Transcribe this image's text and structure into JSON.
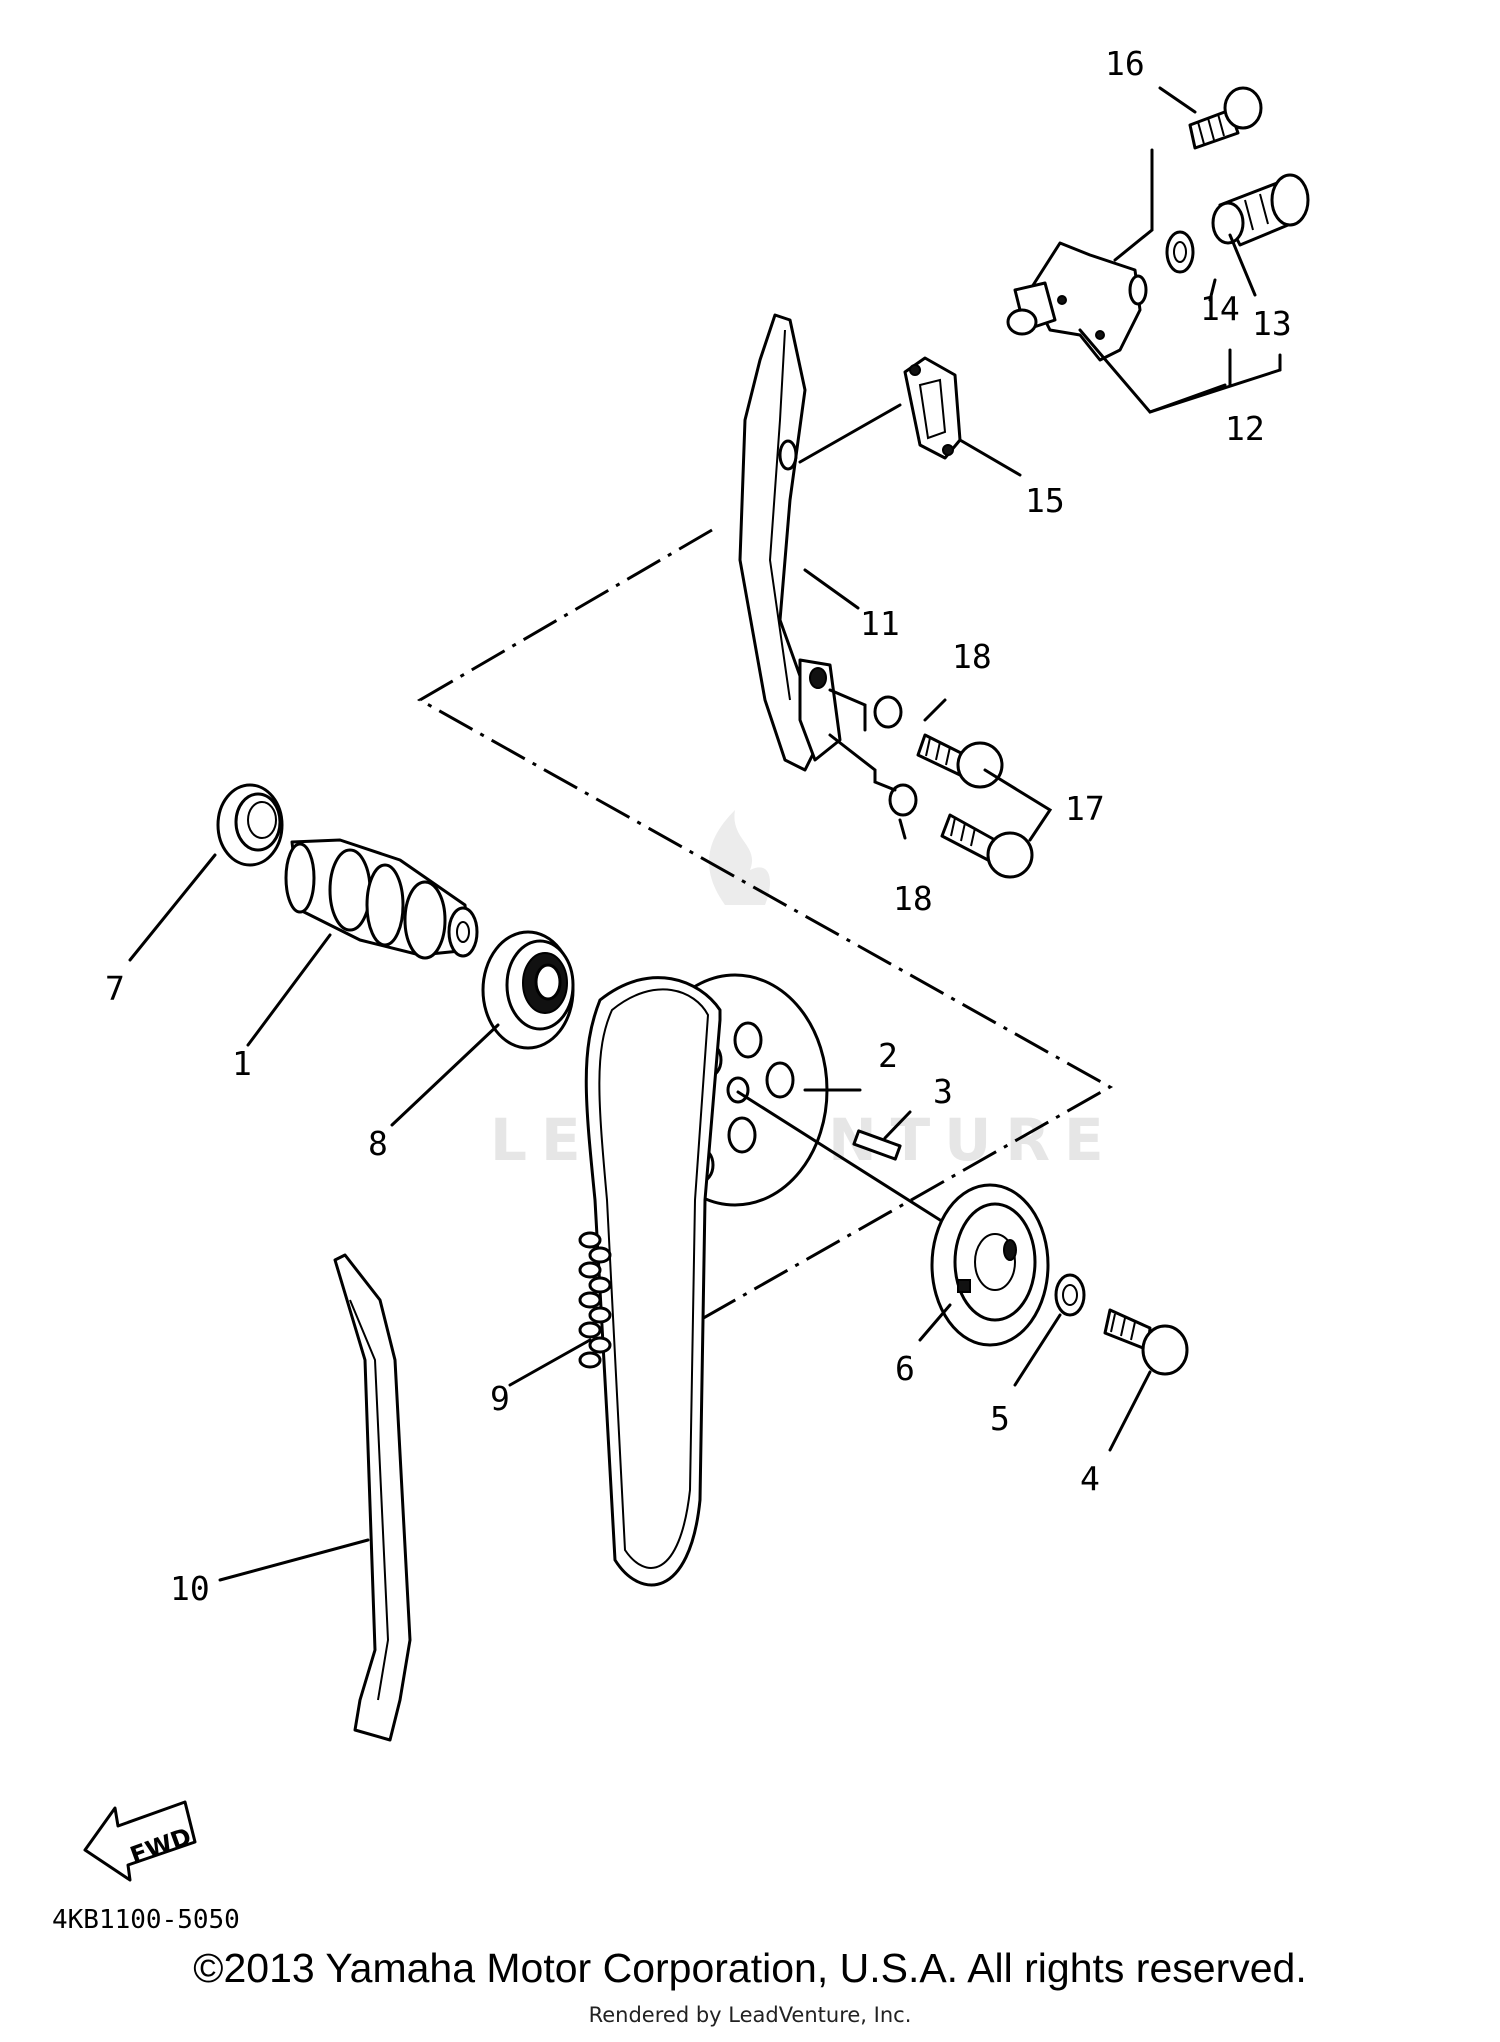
{
  "diagram": {
    "part_labels": [
      "1",
      "2",
      "3",
      "4",
      "5",
      "6",
      "7",
      "8",
      "9",
      "10",
      "11",
      "12",
      "13",
      "14",
      "15",
      "16",
      "17",
      "18",
      "18"
    ],
    "fwd_label": "FWD",
    "diagram_code": "4KB1100-5050",
    "watermark": "LEADVENTURE"
  },
  "footer": {
    "copyright": "©2013 Yamaha Motor Corporation, U.S.A. All rights reserved.",
    "rendered_by": "Rendered by LeadVenture, Inc."
  }
}
